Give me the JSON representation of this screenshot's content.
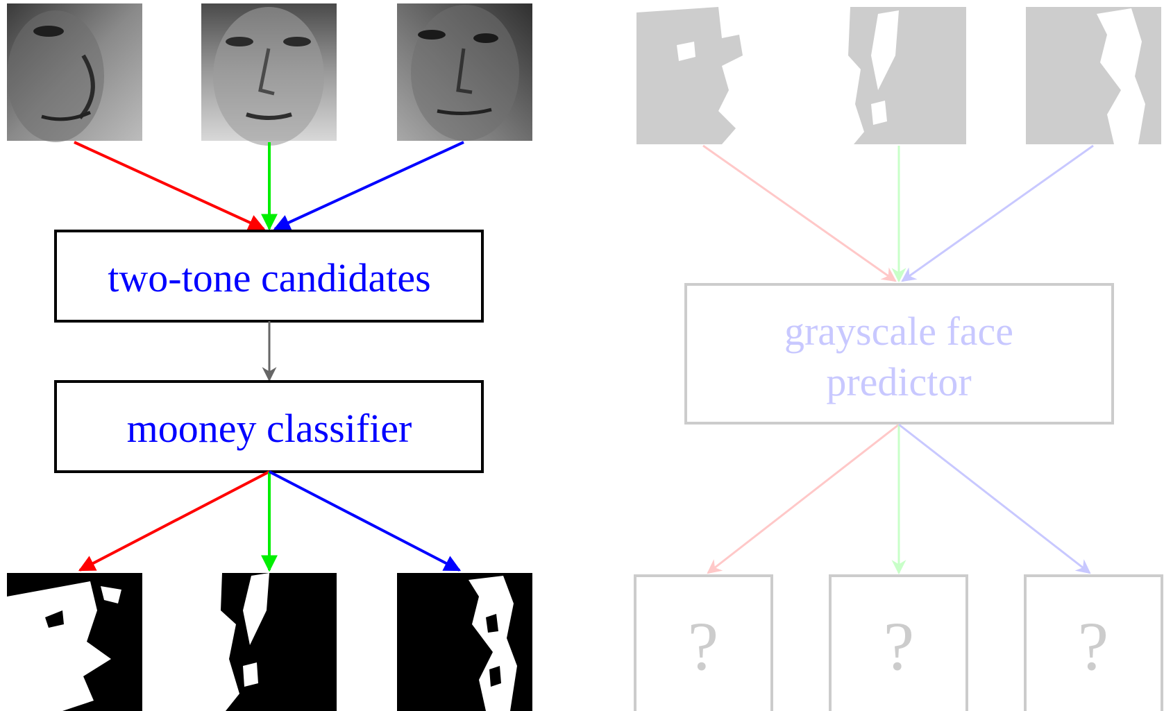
{
  "left_panel": {
    "box1_label": "two-tone candidates",
    "box2_label": "mooney classifier",
    "box_text_color": "#0000ff",
    "inputs": [
      {
        "name": "face-1",
        "arrow_color": "#ff0000"
      },
      {
        "name": "face-2",
        "arrow_color": "#00ee00"
      },
      {
        "name": "face-3",
        "arrow_color": "#0000ff"
      }
    ],
    "connector_color": "#666666"
  },
  "right_panel": {
    "box_label_line1": "grayscale face",
    "box_label_line2": "predictor",
    "box_text_color": "#c8c8ff",
    "unknown_symbol": "?",
    "unknown_symbol_color": "#cccccc",
    "arrow_colors": [
      "#ffcccc",
      "#ccffcc",
      "#ccccff"
    ],
    "frame_color": "#cccccc"
  }
}
